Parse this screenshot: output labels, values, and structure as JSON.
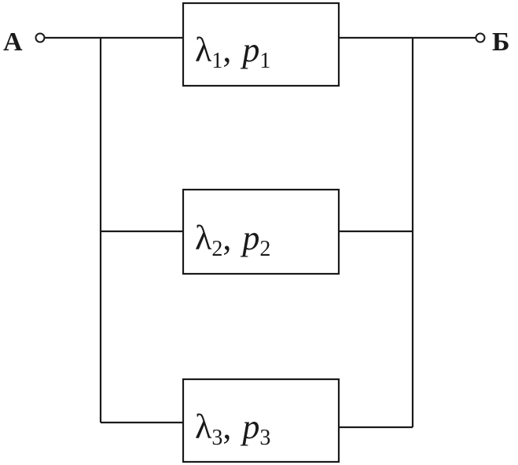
{
  "terminals": {
    "left": "А",
    "right": "Б"
  },
  "elements": [
    {
      "rate_symbol": "λ",
      "index": "1",
      "separator": ",",
      "prob_symbol": "p"
    },
    {
      "rate_symbol": "λ",
      "index": "2",
      "separator": ",",
      "prob_symbol": "p"
    },
    {
      "rate_symbol": "λ",
      "index": "3",
      "separator": ",",
      "prob_symbol": "p"
    }
  ]
}
